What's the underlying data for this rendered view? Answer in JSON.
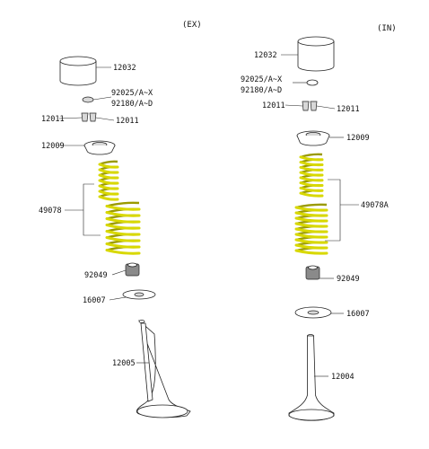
{
  "headers": {
    "ex": "(EX)",
    "in": "(IN)"
  },
  "ex": {
    "tappet": "12032",
    "shim_a": "92025/A~X",
    "shim_b": "92180/A~D",
    "keeper_left": "12011",
    "keeper_right": "12011",
    "retainer": "12009",
    "springs": "49078",
    "seal": "92049",
    "seat": "16007",
    "valve": "12005"
  },
  "in": {
    "tappet": "12032",
    "shim_a": "92025/A~X",
    "shim_b": "92180/A~D",
    "keeper_left": "12011",
    "keeper_right": "12011",
    "retainer": "12009",
    "springs": "49078A",
    "seal": "92049",
    "seat": "16007",
    "valve": "12004"
  },
  "colors": {
    "spring": "#e8e800",
    "outline": "#222222"
  }
}
